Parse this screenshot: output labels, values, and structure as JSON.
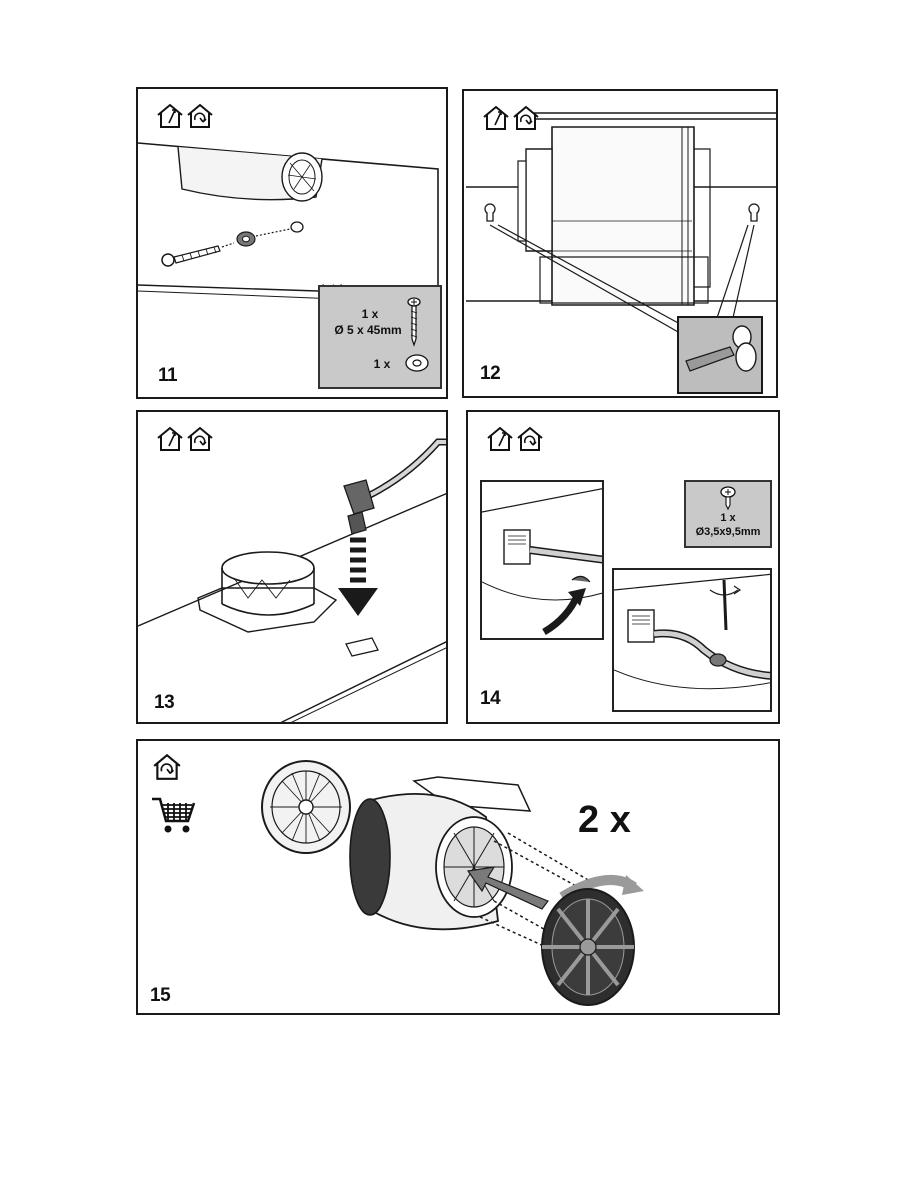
{
  "panels": {
    "p11": {
      "step": "11",
      "parts": {
        "screw_qty": "1 x",
        "screw_size": "Ø 5 x 45mm",
        "washer_qty": "1 x"
      }
    },
    "p12": {
      "step": "12"
    },
    "p13": {
      "step": "13"
    },
    "p14": {
      "step": "14",
      "parts": {
        "screw_qty": "1 x",
        "screw_size": "Ø3,5x9,5mm"
      }
    },
    "p15": {
      "step": "15",
      "quantity": "2 x"
    }
  },
  "icons": {
    "ducted": "ducted-mode-house-icon",
    "recirculating": "recirculation-mode-house-icon",
    "shop": "shopping-cart-icon"
  },
  "colors": {
    "line": "#1a1a1a",
    "part_box_fill": "#c9c9c9",
    "arrow_grey": "#7a7a7a"
  }
}
